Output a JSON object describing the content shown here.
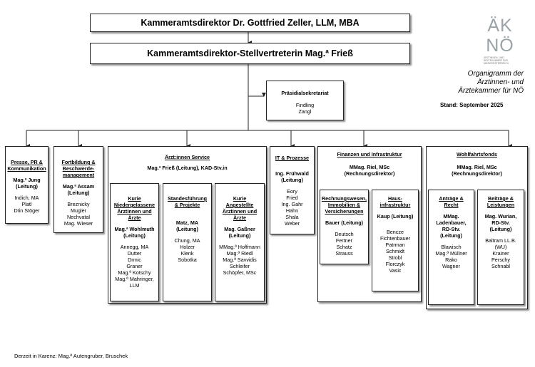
{
  "top": {
    "director": "Kammeramtsdirektor Dr. Gottfried Zeller, LLM, MBA",
    "deputy": "Kammeramtsdirektor-Stellvertreterin Mag.ª Frieß"
  },
  "logo": {
    "letters": "ÄKNÖ",
    "subtitle_1": "ÄRZTINNEN- UND",
    "subtitle_2": "ÄRZTEKAMMER FÜR",
    "subtitle_3": "NIEDERÖSTERREICH"
  },
  "org_title": [
    "Organigramm der",
    "Ärztinnen- und",
    "Ärztekammer für NÖ"
  ],
  "stand": "Stand: September 2025",
  "sekretariat": {
    "title": "Präsidialsekretariat",
    "members": [
      "Findling",
      "Zangl"
    ]
  },
  "presse": {
    "title": [
      "Presse, PR &",
      "Kommunikation"
    ],
    "lead": [
      "Mag.ª Jung",
      "(Leitung)"
    ],
    "members": [
      "Indich, MA",
      "Platl",
      "DIin Stöger"
    ]
  },
  "fortbildung": {
    "title": [
      "Fortbildung &",
      "Beschwerde-",
      "management"
    ],
    "lead": [
      "Mag.ª Assam",
      "(Leitung)"
    ],
    "members": [
      "Breznicky",
      "Mugler",
      "Nechvatal",
      "Mag. Wieser"
    ]
  },
  "service": {
    "title": "Ärzt:innen Service",
    "lead": "Mag.ª Frieß (Leitung), KAD-Stv.in"
  },
  "kurie_nied": {
    "title": [
      "Kurie",
      "Niedergelassene",
      "Ärztinnen und",
      "Ärzte"
    ],
    "lead": [
      "Mag.ª Wohlmuth",
      "(Leitung)"
    ],
    "members": [
      "Annegg, MA",
      "Dutter",
      "Drmic",
      "Graner",
      "Mag.ª Kotschy",
      "Mag.ª Mahringer,",
      "LLM"
    ]
  },
  "standes": {
    "title": [
      "Standesführung",
      "& Projekte"
    ],
    "lead": [
      "Matz, MA",
      "(Leitung)"
    ],
    "members": [
      "Chung, MA",
      "Holzer",
      "Klenk",
      "Sobotka"
    ]
  },
  "kurie_ang": {
    "title": [
      "Kurie",
      "Angestellte",
      "Ärztinnen und",
      "Ärzte"
    ],
    "lead": [
      "Mag. Gaßner",
      "(Leitung)"
    ],
    "members": [
      "MMag.ª Hoffmann",
      "Mag.ª Riedl",
      "Mag.ª Savvidis",
      "Schleifer",
      "Schöpfer, MSc"
    ]
  },
  "it": {
    "title": "IT & Prozesse",
    "lead": [
      "Ing. Frühwald",
      "(Leitung)"
    ],
    "members": [
      "Eory",
      "Fried",
      "Ing. Gahr",
      "Hahn",
      "Shala",
      "Weber"
    ]
  },
  "finanzen": {
    "title": "Finanzen und Infrastruktur",
    "lead": [
      "MMag. Riel, MSc",
      "(Rechnungsdirektor)"
    ]
  },
  "rechnung": {
    "title": [
      "Rechnungswesen,",
      "Immobilien &",
      "Versicherungen"
    ],
    "lead": [
      "Bauer (Leitung)"
    ],
    "members": [
      "Deutsch",
      "Fertner",
      "Schatz",
      "Strauss"
    ]
  },
  "haus": {
    "title": [
      "Haus-",
      "infrastruktur"
    ],
    "lead": [
      "Kaup (Leitung)"
    ],
    "members": [
      "Bencze",
      "Fichtenbauer",
      "Patrman",
      "Schmidt",
      "Strobl",
      "Florczyk",
      "Vasic"
    ]
  },
  "wohlfahrt": {
    "title": "Wohlfahrtsfonds",
    "lead": [
      "MMag. Riel, MSc",
      "(Rechnungsdirektor)"
    ]
  },
  "antraege": {
    "title": [
      "Anträge &",
      "Recht"
    ],
    "lead": [
      "MMag.",
      "Ladenbauer,",
      "RD-Stv.",
      "(Leitung)"
    ],
    "members": [
      "Blawisch",
      "Mag.ª Müllner",
      "Rako",
      "Wagner"
    ]
  },
  "beitraege": {
    "title": [
      "Beiträge &",
      "Leistungen"
    ],
    "lead": [
      "Mag. Wurian,",
      "RD-Stv.",
      "(Leitung)"
    ],
    "members": [
      "Baltram LL.B.",
      "(WU)",
      "Krainer",
      "Perschy",
      "Schnabl"
    ]
  },
  "footer": "Derzeit in Karenz: Mag.ª Autengruber, Bruschek"
}
